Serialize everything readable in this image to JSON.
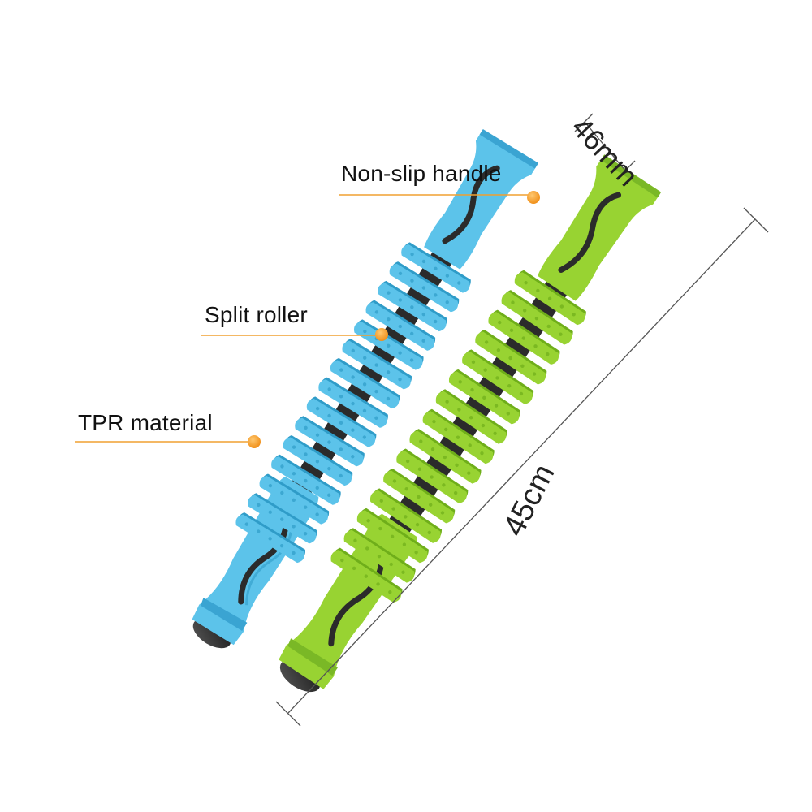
{
  "callouts": {
    "handle": "Non-slip handle",
    "roller": "Split roller",
    "material": "TPR material"
  },
  "dimensions": {
    "diameter": "46mm",
    "length": "45cm"
  },
  "colors": {
    "blue_stick": "#5cc3ea",
    "blue_shadow": "#2f9cc8",
    "green_stick": "#98d332",
    "green_shadow": "#6fae1a",
    "core": "#2b2b2b",
    "callout_line": "#f0a030",
    "callout_dot": "#f39a1e",
    "dimension_line": "#555555"
  }
}
